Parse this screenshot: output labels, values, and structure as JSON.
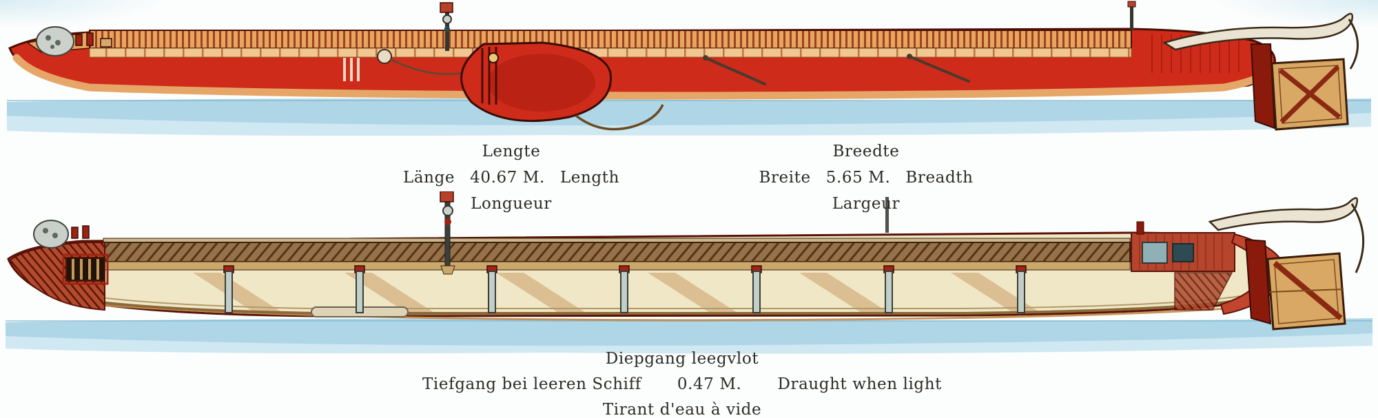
{
  "plate": {
    "dimensions": {
      "length": {
        "nl": "Lengte",
        "de": "Länge",
        "value": "40.67 M.",
        "en": "Length",
        "fr": "Longueur"
      },
      "breadth": {
        "nl": "Breedte",
        "de": "Breite",
        "value": "5.65 M.",
        "en": "Breadth",
        "fr": "Largeur"
      },
      "draught": {
        "nl": "Diepgang leegvlot",
        "de": "Tiefgang bei leeren Schiff",
        "value": "0.47 M.",
        "en": "Draught when light",
        "fr": "Tirant d'eau à vide"
      }
    },
    "colors": {
      "hull_red": "#cf2b1b",
      "hull_dark_red": "#8a1a0c",
      "deck_tan": "#e8a55f",
      "pale_deck": "#f2c690",
      "interior_cream": "#f0e7c6",
      "wood_brown": "#96714a",
      "rudder_wood": "#d9a865",
      "water_blue": "#aed6e6",
      "outline_dark": "#4a0e05",
      "metal_gray": "#c2cfc9"
    }
  }
}
